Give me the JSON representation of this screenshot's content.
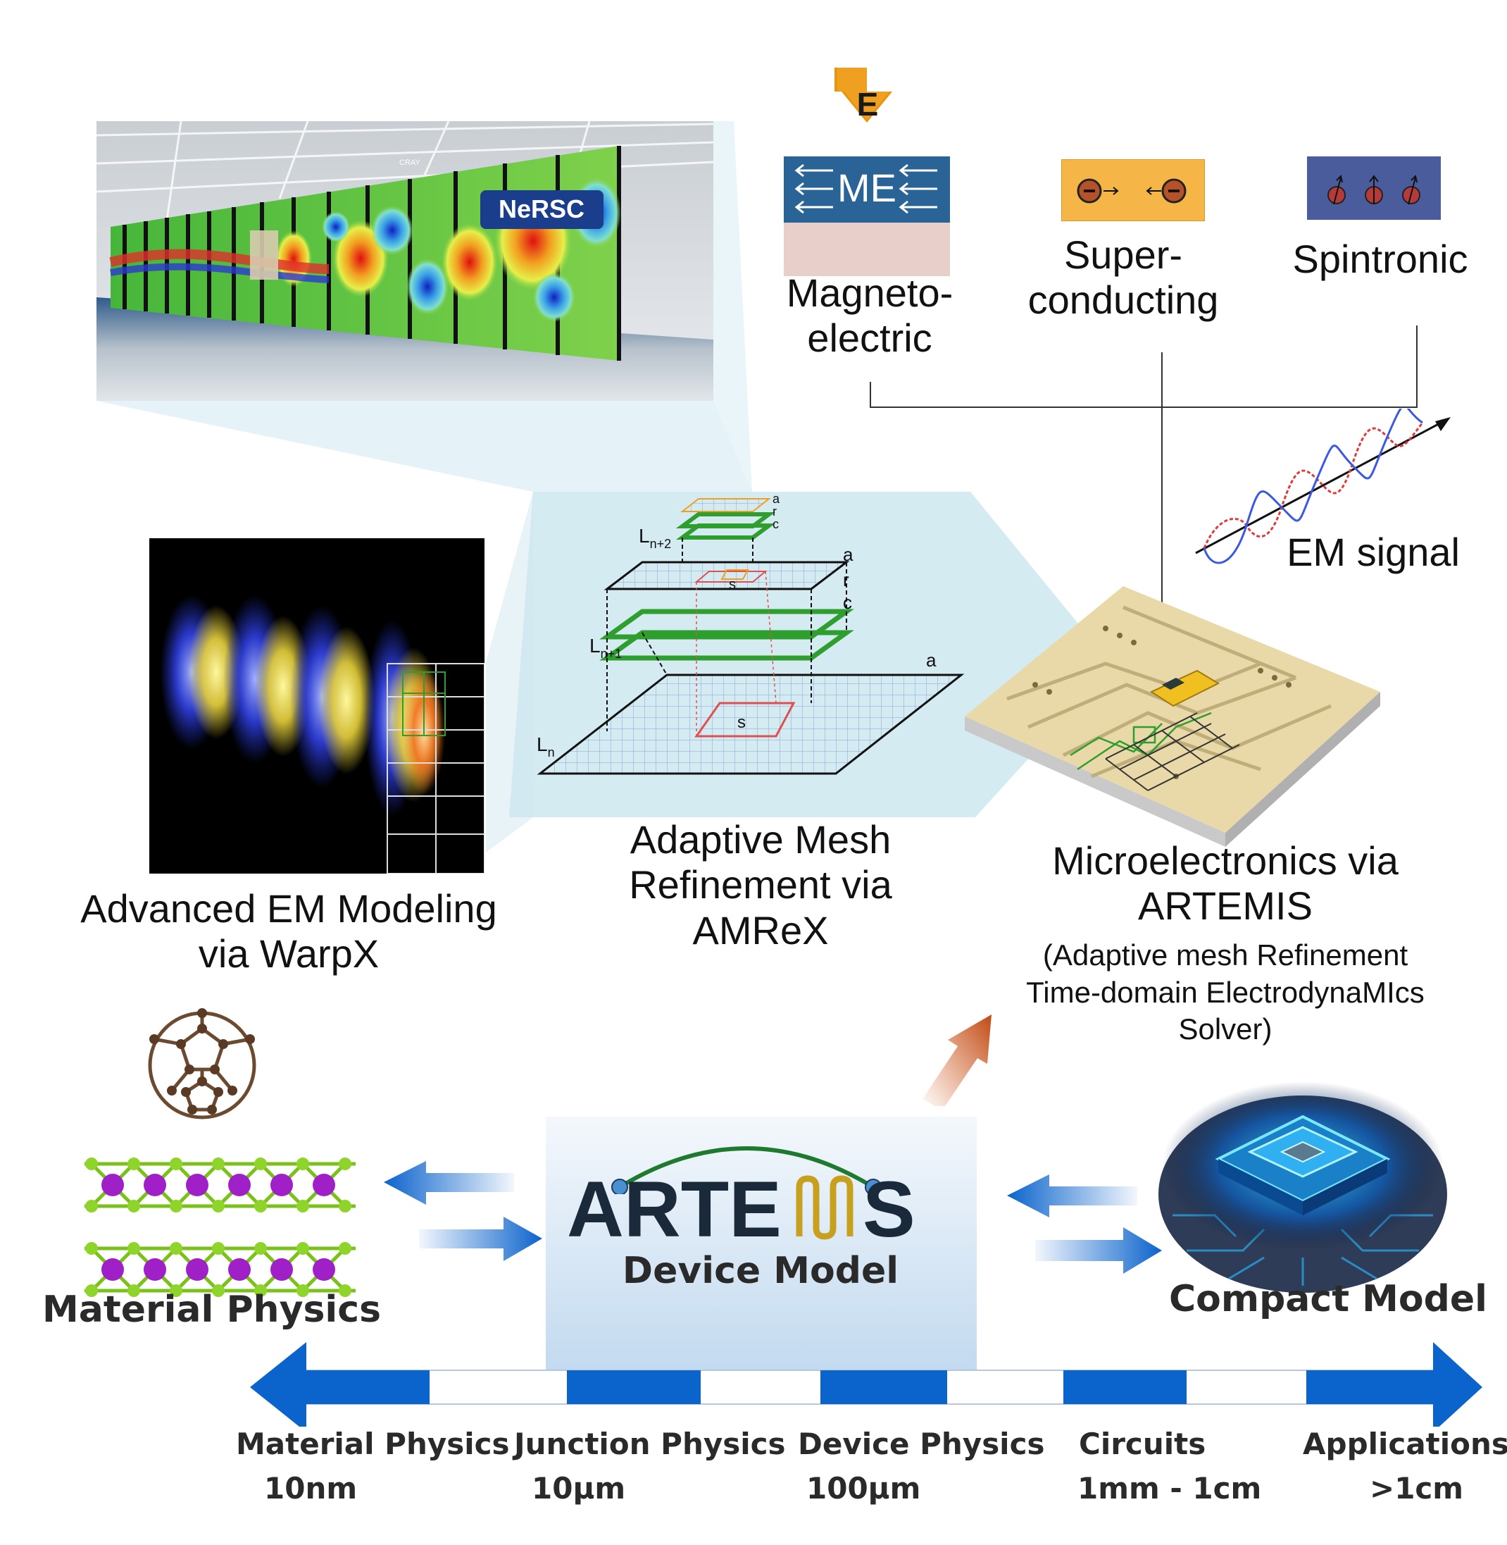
{
  "colors": {
    "scale_blue": "#0b63cc",
    "me_blue": "#2a6496",
    "sc_orange": "#f5b547",
    "spin_blue": "#4a5c9c",
    "arrow_orange": "#d45a1e",
    "mesh_green": "#2e9e2e"
  },
  "hpc_image": {
    "logo": "NeRSC",
    "brand": "CRAY"
  },
  "devices": {
    "me": {
      "field_label": "E",
      "box_label": "ME",
      "caption_line1": "Magneto-",
      "caption_line2": "electric"
    },
    "sc": {
      "caption_line1": "Super-",
      "caption_line2": "conducting"
    },
    "spin": {
      "caption": "Spintronic"
    }
  },
  "em_signal_label": "EM signal",
  "warpx": {
    "caption_line1": "Advanced EM Modeling",
    "caption_line2": "via WarpX"
  },
  "amr": {
    "caption_line1": "Adaptive Mesh",
    "caption_line2": "Refinement via",
    "caption_line3": "AMReX",
    "level_labels": {
      "ln": "L",
      "ln_sub": "n",
      "ln1": "L",
      "ln1_sub": "n+1",
      "ln2": "L",
      "ln2_sub": "n+2"
    },
    "letters": {
      "a": "a",
      "r": "r",
      "c": "c",
      "s": "s"
    }
  },
  "artemis_micro": {
    "caption_line1": "Microelectronics via",
    "caption_line2": "ARTEMIS",
    "sub_line1": "(Adaptive mesh Refinement",
    "sub_line2": "Time-domain ElectrodynaMIcs",
    "sub_line3": "Solver)"
  },
  "device_model": {
    "logo_part1": "ARTE",
    "logo_part2": "S",
    "label": "Device Model"
  },
  "material_physics_label": "Material Physics",
  "compact_model_label": "Compact Model",
  "scale": [
    {
      "name": "Material Physics",
      "size": "10nm"
    },
    {
      "name": "Junction Physics",
      "size": "10µm"
    },
    {
      "name": "Device Physics",
      "size": "100µm"
    },
    {
      "name": "Circuits",
      "size": "1mm - 1cm"
    },
    {
      "name": "Applications",
      "size": ">1cm"
    }
  ]
}
